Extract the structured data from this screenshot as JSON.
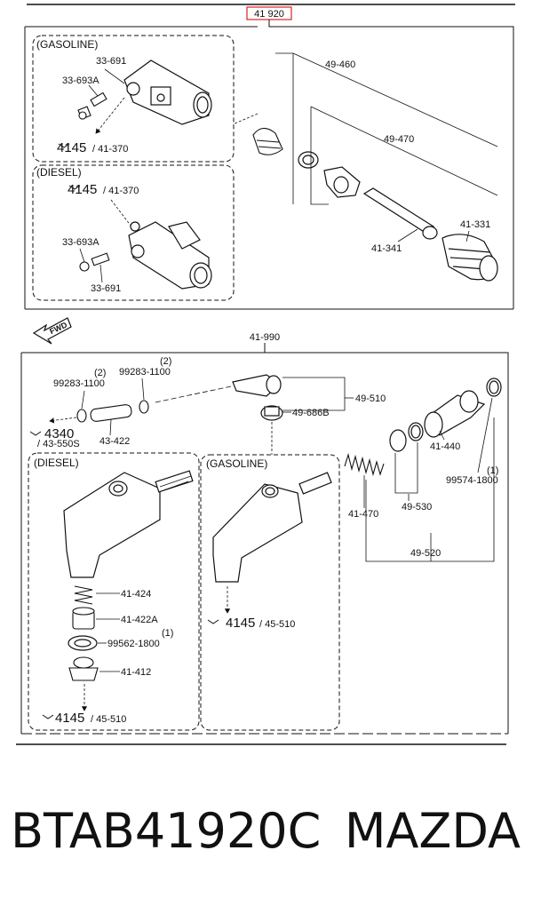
{
  "header": {
    "group_code": "41 920"
  },
  "upper": {
    "gasoline": {
      "title": "(GASOLINE)",
      "labels": [
        "33-691",
        "33-693A"
      ],
      "ref": {
        "num": "4145",
        "sub": "/ 41-370"
      }
    },
    "diesel": {
      "title": "(DIESEL)",
      "ref": {
        "num": "4145",
        "sub": "/ 41-370"
      },
      "labels": [
        "33-693A",
        "33-691"
      ]
    },
    "parts": [
      "49-460",
      "49-470",
      "41-331",
      "41-341"
    ]
  },
  "fwd": "FWD",
  "lower": {
    "group_code": "41-990",
    "labels": {
      "a": "99283-1100",
      "a_qty": "(2)",
      "b": "99283-1100",
      "b_qty": "(2)",
      "c": "49-510",
      "d": "49-686B",
      "e": "43-422",
      "f": "41-440",
      "g": "99574-1800",
      "g_qty": "(1)",
      "h": "41-470",
      "i": "49-530",
      "j": "49-520"
    },
    "ref_top": {
      "num": "4340",
      "sub": "/ 43-550S"
    },
    "diesel": {
      "title": "(DIESEL)",
      "labels": [
        "41-424",
        "41-422A",
        "99562-1800",
        "41-412"
      ],
      "qty": "(1)",
      "ref": {
        "num": "4145",
        "sub": "/ 45-510"
      }
    },
    "gasoline": {
      "title": "(GASOLINE)",
      "ref": {
        "num": "4145",
        "sub": "/ 45-510"
      }
    }
  },
  "caption": {
    "part_number": "BTAB41920C",
    "brand": "MAZDA"
  }
}
